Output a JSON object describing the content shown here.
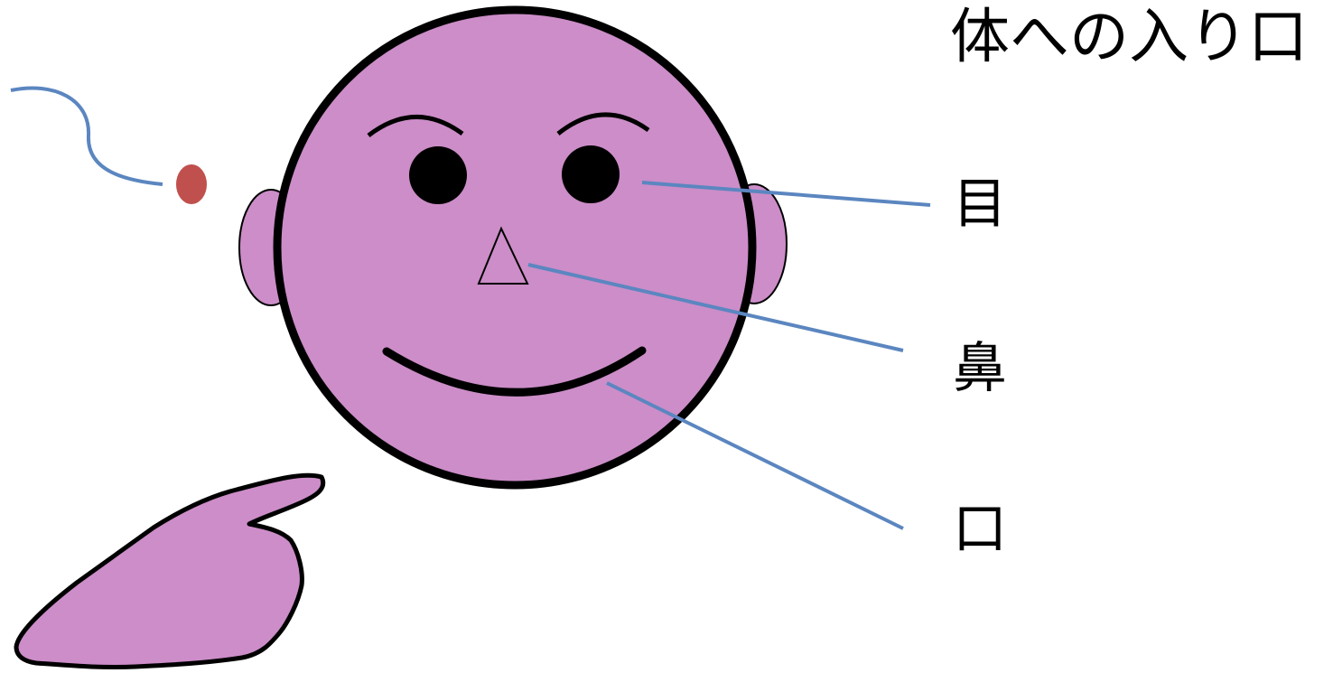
{
  "diagram": {
    "title": "体への入り口",
    "labels": {
      "eye": "目",
      "nose": "鼻",
      "mouth": "口"
    }
  },
  "colors": {
    "skin": "#cc8dc8",
    "outline": "#000000",
    "leader_line": "#5b86c0",
    "germ": "#c0504d"
  },
  "icons": {
    "face": "smiling-face",
    "hand": "pointing-hand",
    "germ": "germ-with-tail"
  }
}
